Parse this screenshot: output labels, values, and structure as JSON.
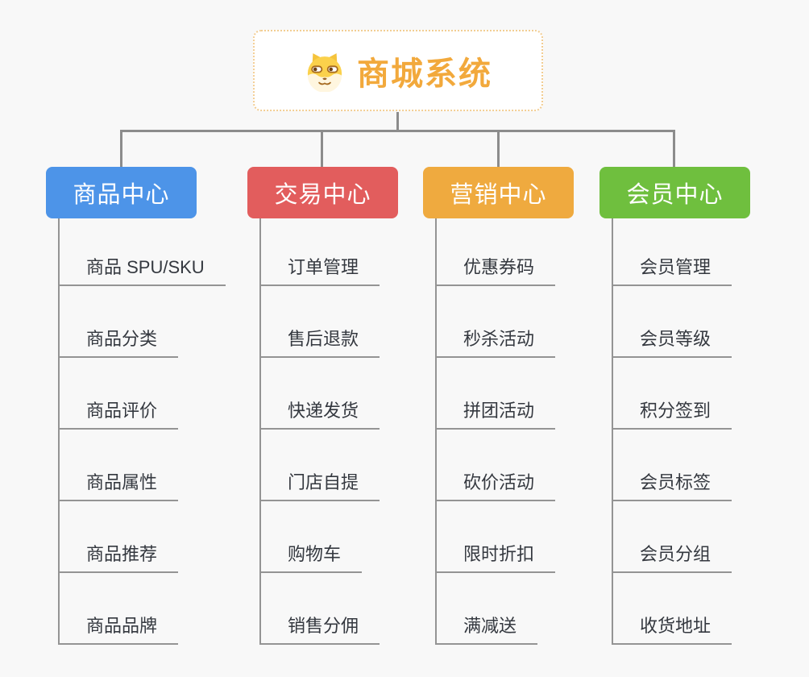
{
  "page": {
    "background_color": "#f8f8f8",
    "connector_color": "#8c8c8c"
  },
  "root": {
    "title": "商城系统",
    "icon": "dog-face-icon",
    "title_color": "#f2a93c",
    "border_color": "#f2cd92"
  },
  "branches": [
    {
      "label": "商品中心",
      "color": "#4d94e8",
      "items": [
        "商品 SPU/SKU",
        "商品分类",
        "商品评价",
        "商品属性",
        "商品推荐",
        "商品品牌"
      ]
    },
    {
      "label": "交易中心",
      "color": "#e25d5d",
      "items": [
        "订单管理",
        "售后退款",
        "快递发货",
        "门店自提",
        "购物车",
        "销售分佣"
      ]
    },
    {
      "label": "营销中心",
      "color": "#efaa3f",
      "items": [
        "优惠券码",
        "秒杀活动",
        "拼团活动",
        "砍价活动",
        "限时折扣",
        "满减送"
      ]
    },
    {
      "label": "会员中心",
      "color": "#6fbf3e",
      "items": [
        "会员管理",
        "会员等级",
        "积分签到",
        "会员标签",
        "会员分组",
        "收货地址"
      ]
    }
  ]
}
